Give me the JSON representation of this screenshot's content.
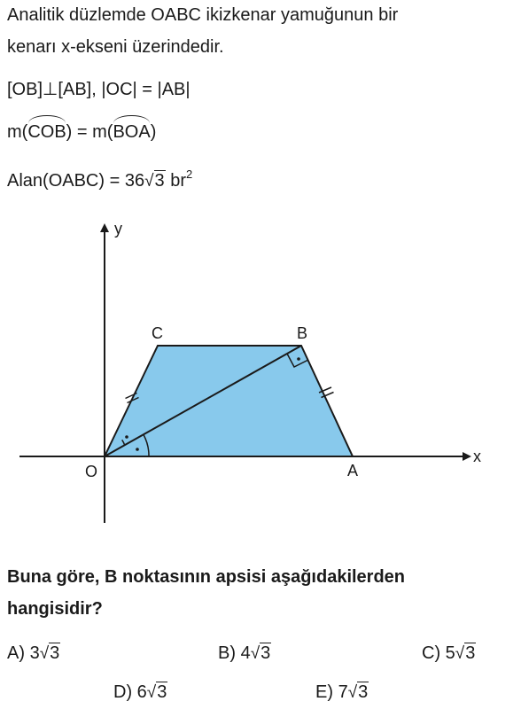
{
  "problem": {
    "line1": "Analitik düzlemde OABC ikizkenar yamuğunun bir",
    "line2": "kenarı x-ekseni üzerindedir.",
    "given1": "[OB]⊥[AB], |OC| = |AB|",
    "given2": {
      "prefix": "m(",
      "angle1": "COB",
      "middle": ") = m(",
      "angle2": "BOA",
      "suffix": ")"
    },
    "given3": {
      "prefix": "Alan(OABC) = 36",
      "radicand": "3",
      "unit": " br",
      "exponent": "2"
    }
  },
  "figure": {
    "labels": {
      "y_axis": "y",
      "x_axis": "x",
      "O": "O",
      "A": "A",
      "B": "B",
      "C": "C"
    },
    "colors": {
      "fill": "#88c9ec",
      "stroke": "#1a1a1a"
    }
  },
  "question": {
    "line1": "Buna göre, B noktasının apsisi aşağıdakilerden",
    "line2": "hangisidir?"
  },
  "options": [
    {
      "letter": "A)",
      "coef": "3",
      "radicand": "3"
    },
    {
      "letter": "B)",
      "coef": "4",
      "radicand": "3"
    },
    {
      "letter": "C)",
      "coef": "5",
      "radicand": "3"
    },
    {
      "letter": "D)",
      "coef": "6",
      "radicand": "3"
    },
    {
      "letter": "E)",
      "coef": "7",
      "radicand": "3"
    }
  ]
}
